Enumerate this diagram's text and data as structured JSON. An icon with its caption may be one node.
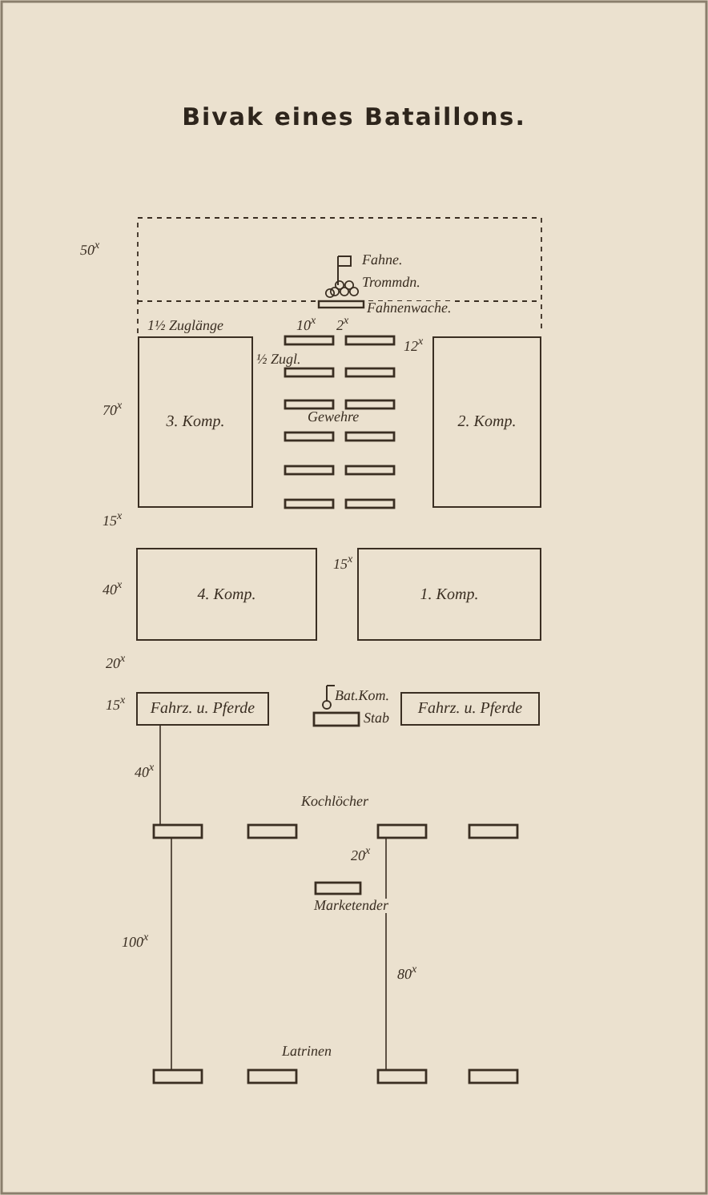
{
  "diagram": {
    "title": "Bivak eines Bataillons.",
    "nodes": [
      {
        "text": [
          "3. Komp."
        ]
      },
      {
        "text": [
          "2. Komp."
        ]
      },
      {
        "text": [
          "4. Komp."
        ]
      },
      {
        "text": [
          "1. Komp."
        ]
      },
      {
        "text": [
          "Fahrz. u. Pferde"
        ]
      },
      {
        "text": [
          "Fahrz. u. Pferde"
        ]
      }
    ],
    "labels": [
      "50$^{x}$",
      "Fahne.",
      "Trommdn.",
      "Fahnenwache.",
      "1½ Zuglänge",
      "10$^{x}$",
      "2$^{x}$",
      "½ Zugl.",
      "12$^{x}$",
      "70$^{x}$",
      "Gewehre",
      "15$^{x}$",
      "40$^{x}$",
      "15$^{x}$",
      "20$^{x}$",
      "15$^{x}$",
      "Bat.Kom.",
      "Stab",
      "40$^{x}$",
      "Kochlöcher",
      "20$^{x}$",
      "Marketender",
      "100$^{x}$",
      "80$^{x}$",
      "Latrinen"
    ]
  }
}
